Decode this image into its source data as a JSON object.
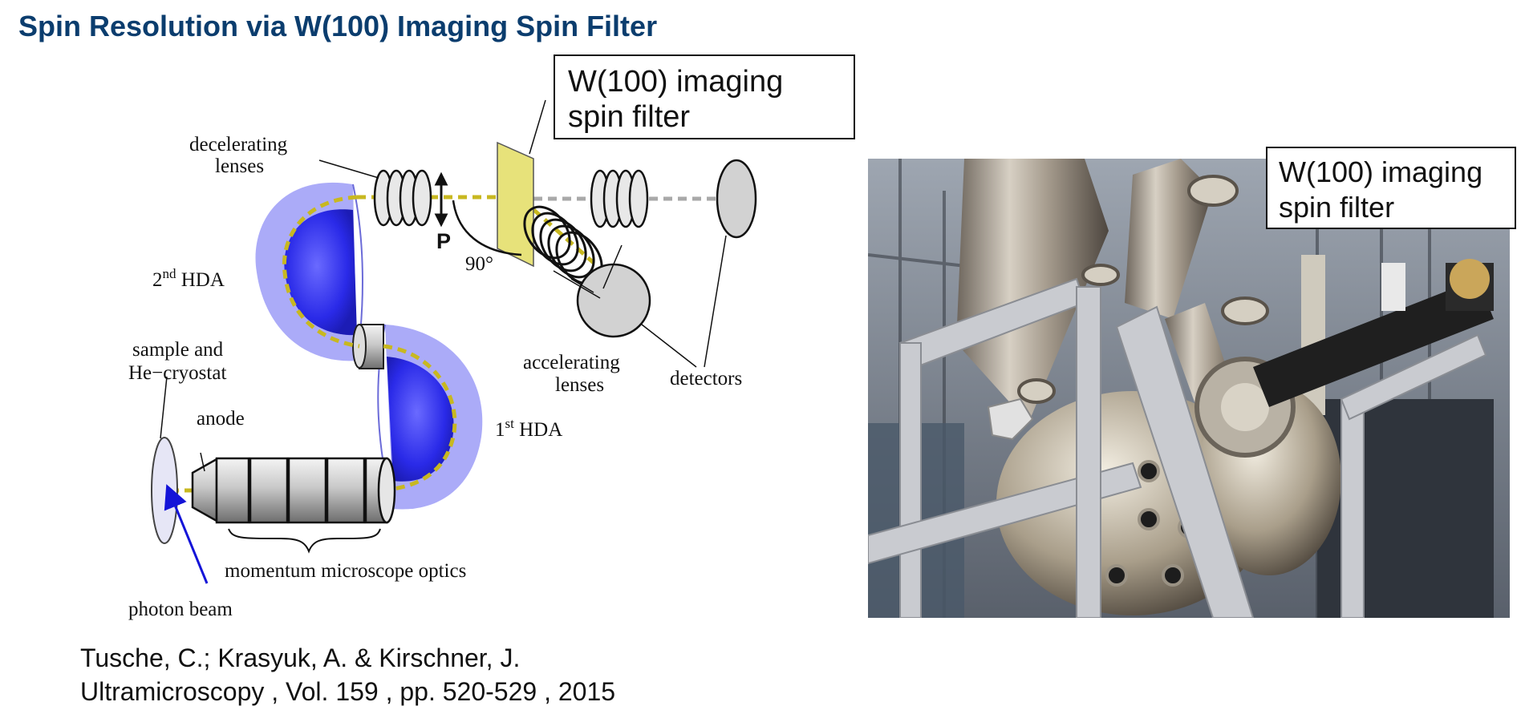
{
  "slide": {
    "title": "Spin Resolution via W(100) Imaging Spin Filter"
  },
  "diagram": {
    "callout": {
      "line1": "W(100) imaging",
      "line2": "spin filter"
    },
    "labels": {
      "decelerating_1": "decelerating",
      "decelerating_2": "lenses",
      "polarization": "P",
      "angle": "90°",
      "hda2_prefix": "2",
      "hda2_sup": "nd",
      "hda2_suffix": " HDA",
      "hda1_prefix": "1",
      "hda1_sup": "st",
      "hda1_suffix": " HDA",
      "sample_1": "sample and",
      "sample_2": "He−cryostat",
      "anode": "anode",
      "accelerating_1": "accelerating",
      "accelerating_2": "lenses",
      "detectors": "detectors",
      "optics": "momentum microscope optics",
      "photon_beam": "photon beam"
    },
    "colors": {
      "hda_blue": "#3b3bf0",
      "beam_yellow": "#c8b820",
      "filter_yellow": "#e7e27a",
      "photon_arrow": "#1414d8"
    }
  },
  "photo": {
    "callout": {
      "line1": "W(100) imaging",
      "line2": "spin filter"
    }
  },
  "citation": {
    "line1": "Tusche, C.; Krasyuk, A. & Kirschner, J.",
    "line2": "Ultramicroscopy , Vol. 159 , pp. 520-529 , 2015"
  }
}
